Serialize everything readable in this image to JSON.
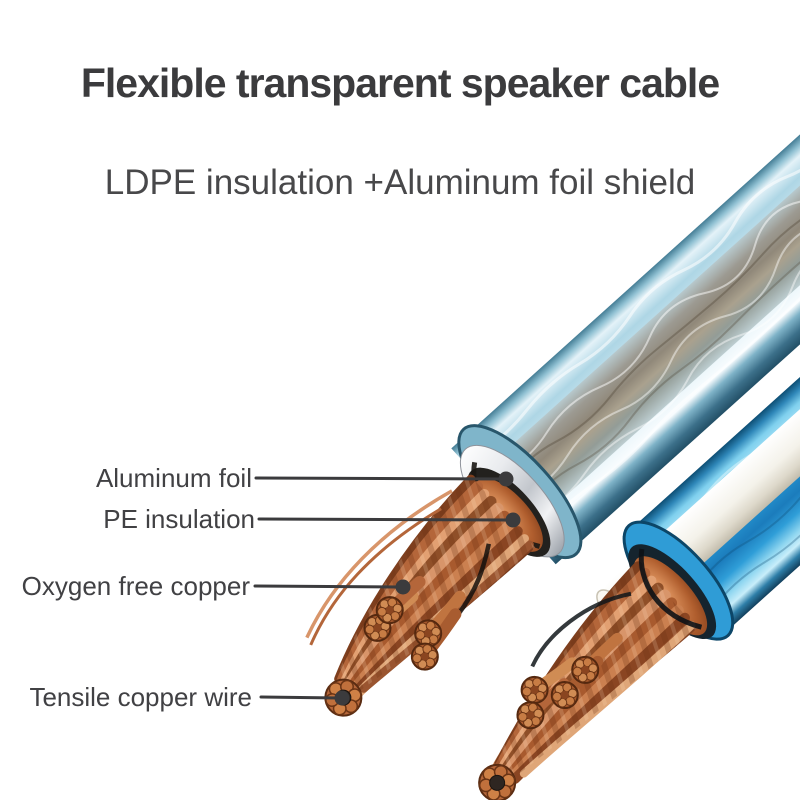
{
  "title": "Flexible transparent speaker cable",
  "subtitle": "LDPE insulation +Aluminum foil shield",
  "callouts": [
    {
      "text": "Aluminum foil"
    },
    {
      "text": "PE insulation"
    },
    {
      "text": "Oxygen free copper"
    },
    {
      "text": "Tensile copper wire"
    }
  ],
  "illustration": {
    "alt": "Two cut speaker cables showing jacket, aluminum foil shield, PE insulation, stranded oxygen-free copper and a dark tensile copper wire core",
    "colors": {
      "background": "#ffffff",
      "title_text": "#3b3b3d",
      "callout_text": "#414144",
      "leader_line": "#3b3b3d",
      "cable1_jacket_blue": "#aed6e5",
      "cable2_jacket_blue": "#2795d1",
      "aluminum_foil_silver": "#e8eaec",
      "pe_insulation_dark": "#23211e",
      "copper_mid": "#c87c44",
      "copper_light": "#e2a072",
      "copper_dark": "#7e3f1e",
      "white_core": "#f4f2ea"
    }
  }
}
